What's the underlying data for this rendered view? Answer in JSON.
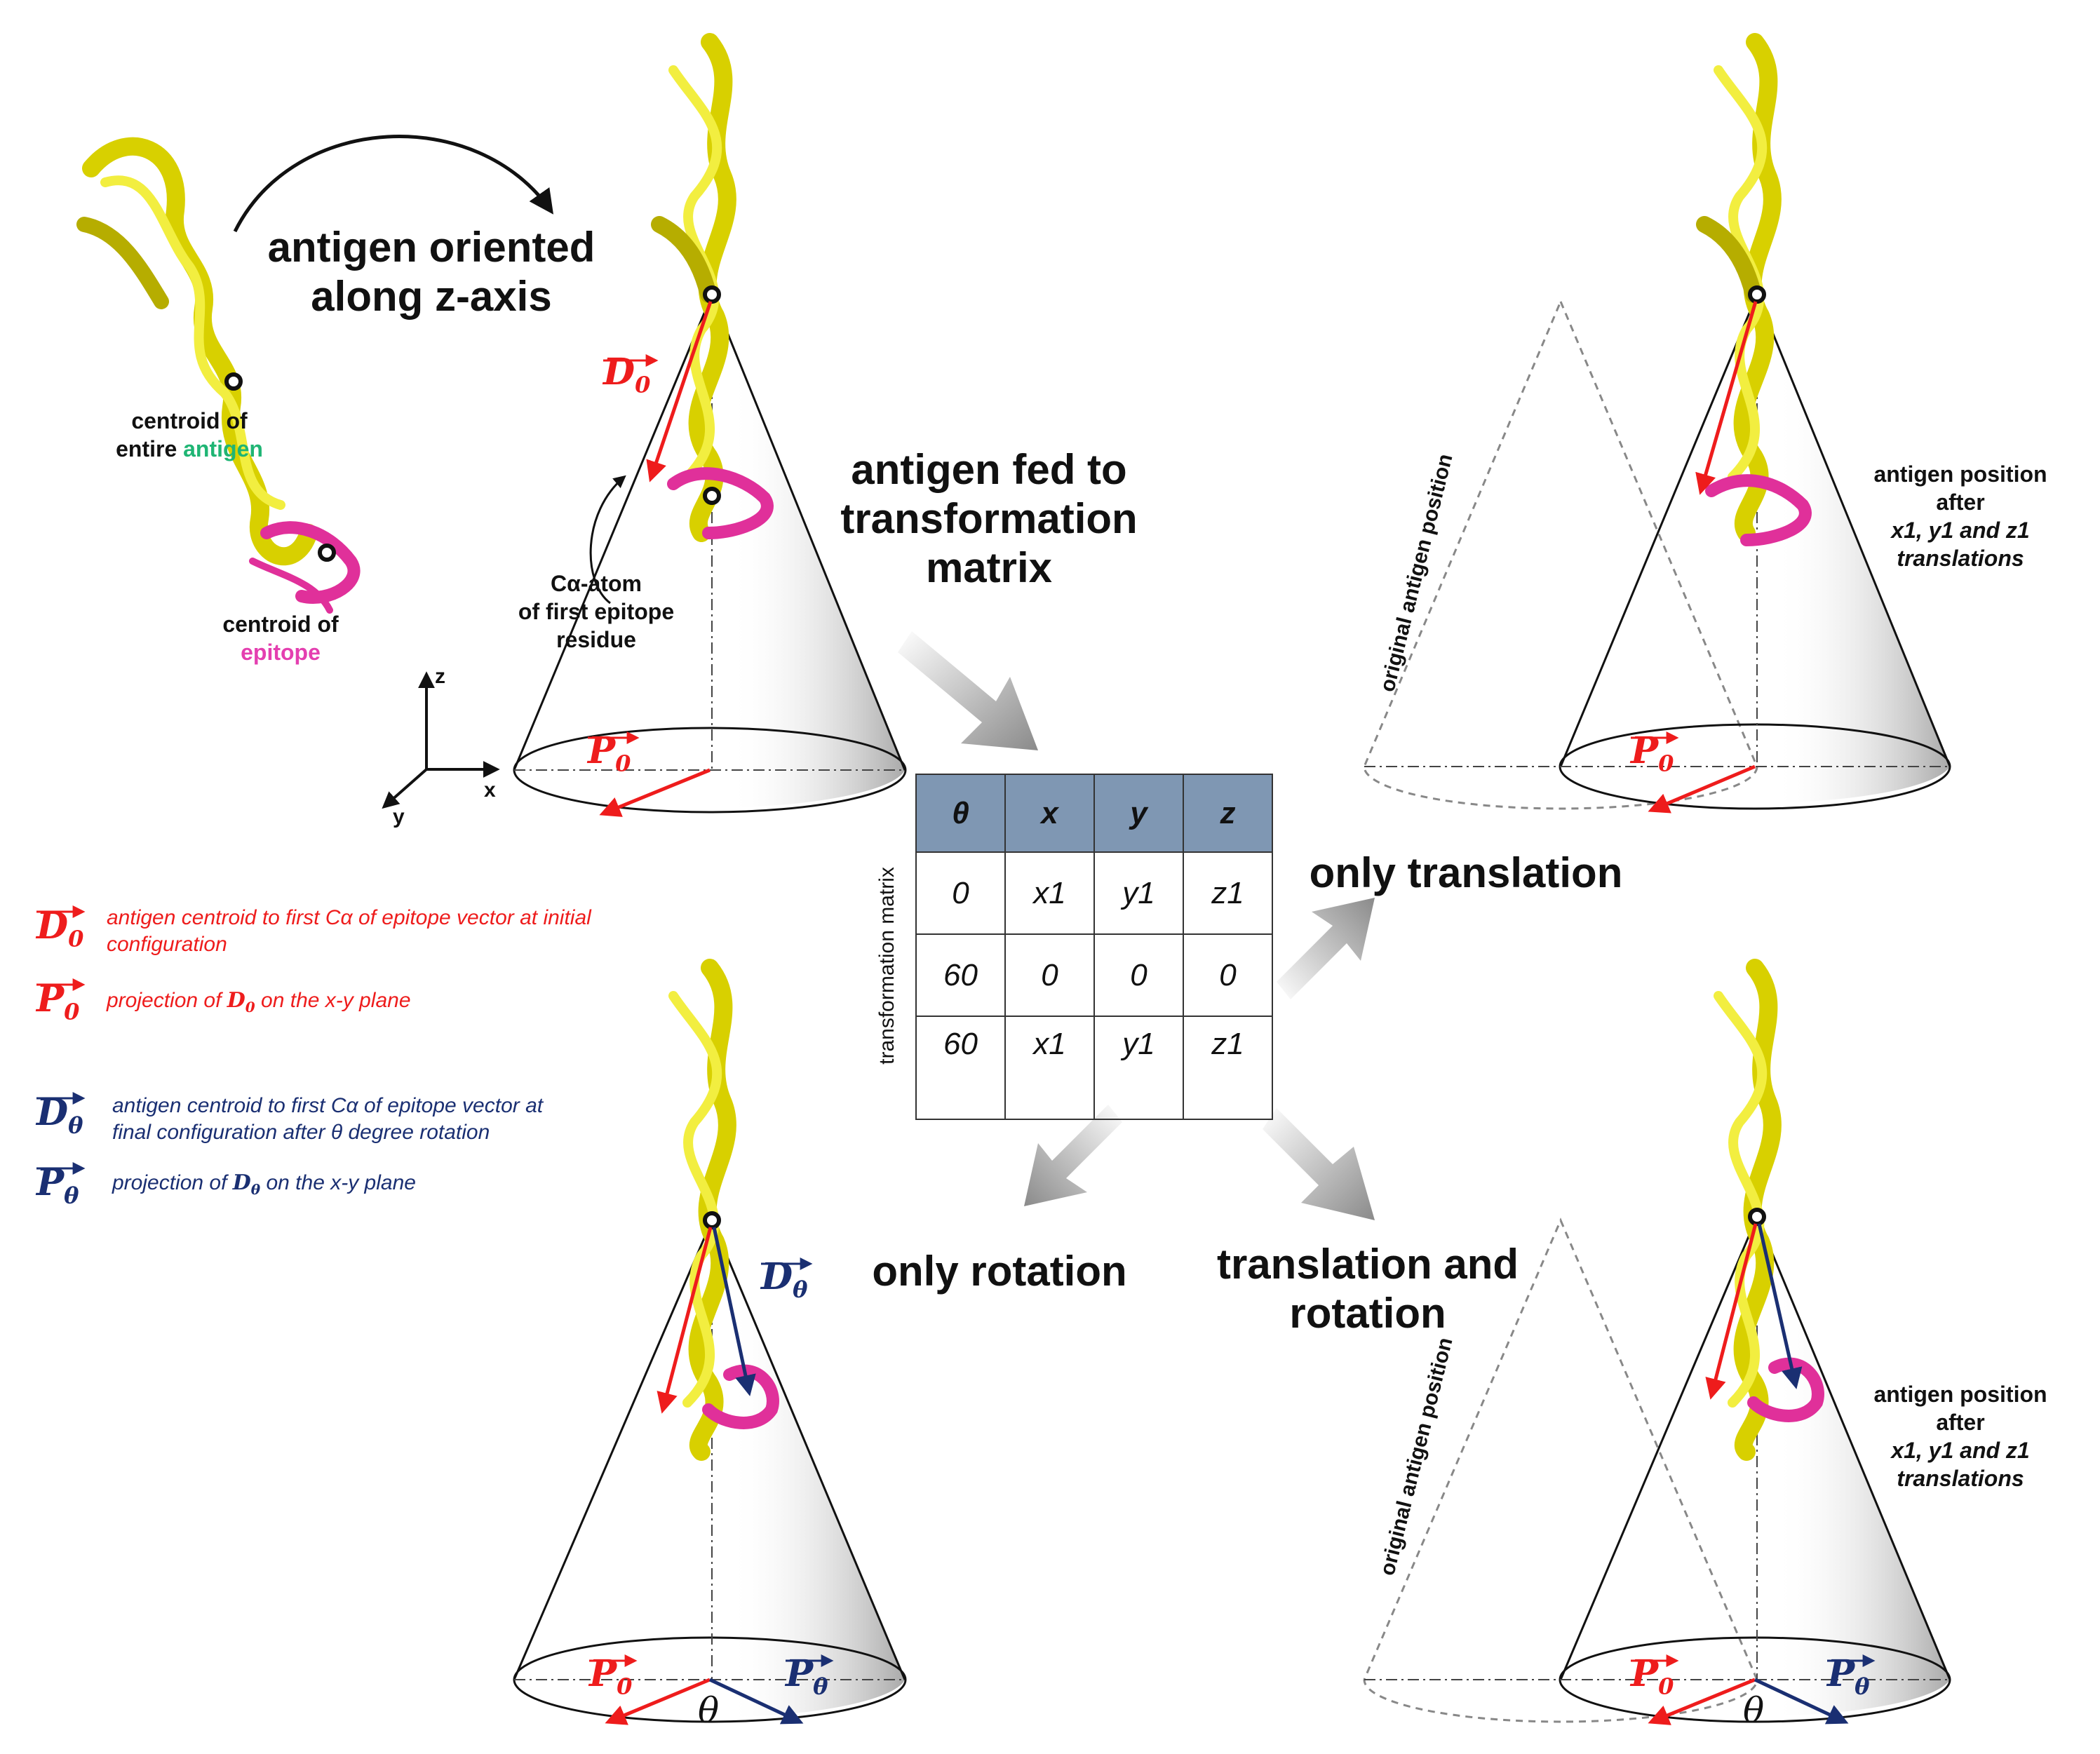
{
  "labels": {
    "oriented_line1": "antigen oriented",
    "oriented_line2": "along z-axis",
    "centroid_antigen_pre": "centroid of",
    "centroid_antigen_mid": "entire ",
    "centroid_antigen_word": "antigen",
    "centroid_epitope_line1": "centroid of",
    "centroid_epitope_word": "epitope",
    "calpha_line1": "Cα-atom",
    "calpha_line2": "of first epitope",
    "calpha_line3": "residue",
    "fed_line1": "antigen fed to",
    "fed_line2": "transformation",
    "fed_line3": "matrix",
    "only_translation": "only translation",
    "only_rotation": "only rotation",
    "trans_rot_line1": "translation and",
    "trans_rot_line2": "rotation",
    "matrix_side_label": "transformation matrix",
    "original_position": "original antigen position",
    "after_line1": "antigen position",
    "after_line2": "after",
    "after_line3": "x1, y1 and z1",
    "after_line4": "translations",
    "axis_x": "x",
    "axis_y": "y",
    "axis_z": "z",
    "theta": "θ"
  },
  "vectors": {
    "D0": "D",
    "D0_sub": "0",
    "P0": "P",
    "P0_sub": "0",
    "Dtheta": "D",
    "Dtheta_sub": "θ",
    "Ptheta": "P",
    "Ptheta_sub": "θ"
  },
  "legend": {
    "d0_text1": "antigen centroid to first Cα of epitope vector at initial",
    "d0_text2": "configuration",
    "p0_text_pre": "projection of ",
    "p0_text_post": " on the x-y plane",
    "dtheta_text1": "antigen centroid to first Cα of epitope vector at",
    "dtheta_text2": "final configuration after θ degree rotation",
    "ptheta_text_pre": "projection of ",
    "ptheta_text_post": " on the x-y plane"
  },
  "matrix": {
    "headers": [
      "θ",
      "x",
      "y",
      "z"
    ],
    "rows": [
      [
        "0",
        "x1",
        "y1",
        "z1"
      ],
      [
        "60",
        "0",
        "0",
        "0"
      ],
      [
        "60",
        "x1",
        "y1",
        "z1"
      ]
    ]
  },
  "colors": {
    "antigen": "#e8e000",
    "antigen_dark": "#b8b000",
    "epitope": "#e0309a",
    "antigen_word": "#1fb574",
    "epitope_word": "#e43fb0",
    "vector_red": "#ee1c1c",
    "vector_blue": "#1a2f72",
    "header_fill": "#7f97b3"
  }
}
